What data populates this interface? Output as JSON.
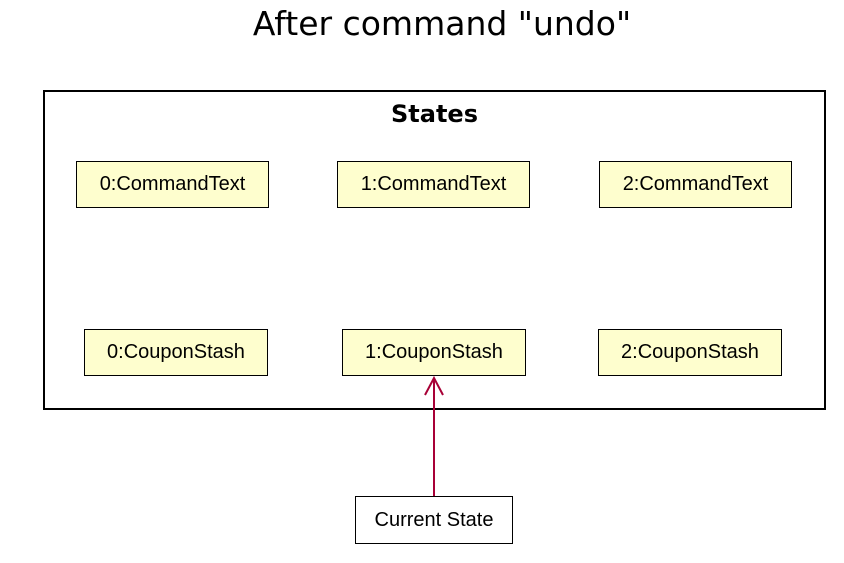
{
  "title": "After command \"undo\"",
  "package": {
    "label": "States"
  },
  "states": {
    "command_texts": [
      "0:CommandText",
      "1:CommandText",
      "2:CommandText"
    ],
    "coupon_stashes": [
      "0:CouponStash",
      "1:CouponStash",
      "2:CouponStash"
    ]
  },
  "pointer": {
    "label": "Current State",
    "target": "1:CouponStash"
  },
  "colors": {
    "object_fill": "#FEFECE",
    "arrow": "#A80036",
    "border": "#000000"
  }
}
